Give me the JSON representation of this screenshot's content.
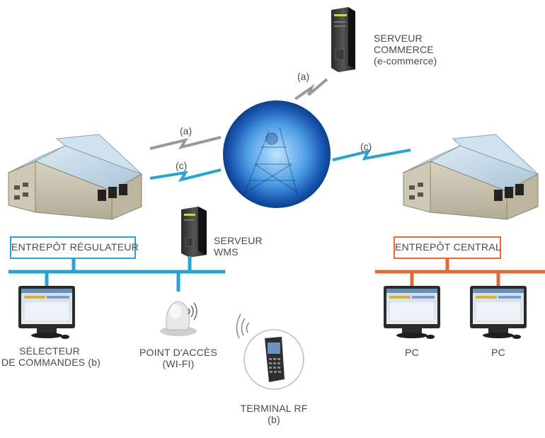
{
  "servers": {
    "commerce": [
      "SERVEUR",
      "COMMERCE",
      "(e-commerce)"
    ],
    "wms": [
      "SERVEUR",
      "WMS"
    ]
  },
  "warehouses": {
    "regulator": "ENTREPÔT RÉGULATEUR",
    "central": "ENTREPÔT CENTRAL"
  },
  "links": {
    "a_top": "(a)",
    "a_left": "(a)",
    "c_left": "(c)",
    "c_right": "(c)"
  },
  "devices": {
    "selector": [
      "SÉLECTEUR",
      "DE COMMANDES (b)"
    ],
    "access_point": [
      "POINT D'ACCÈS",
      "(WI-FI)"
    ],
    "terminal": [
      "TERMINAL RF",
      "(b)"
    ],
    "pc_1": "PC",
    "pc_2": "PC"
  },
  "colors": {
    "regulator_accent": "#2aa3cf",
    "central_accent": "#e06a3c",
    "link_gray": "#9a9a9a",
    "link_blue": "#2aa3cf",
    "globe": "#3b86d8"
  }
}
